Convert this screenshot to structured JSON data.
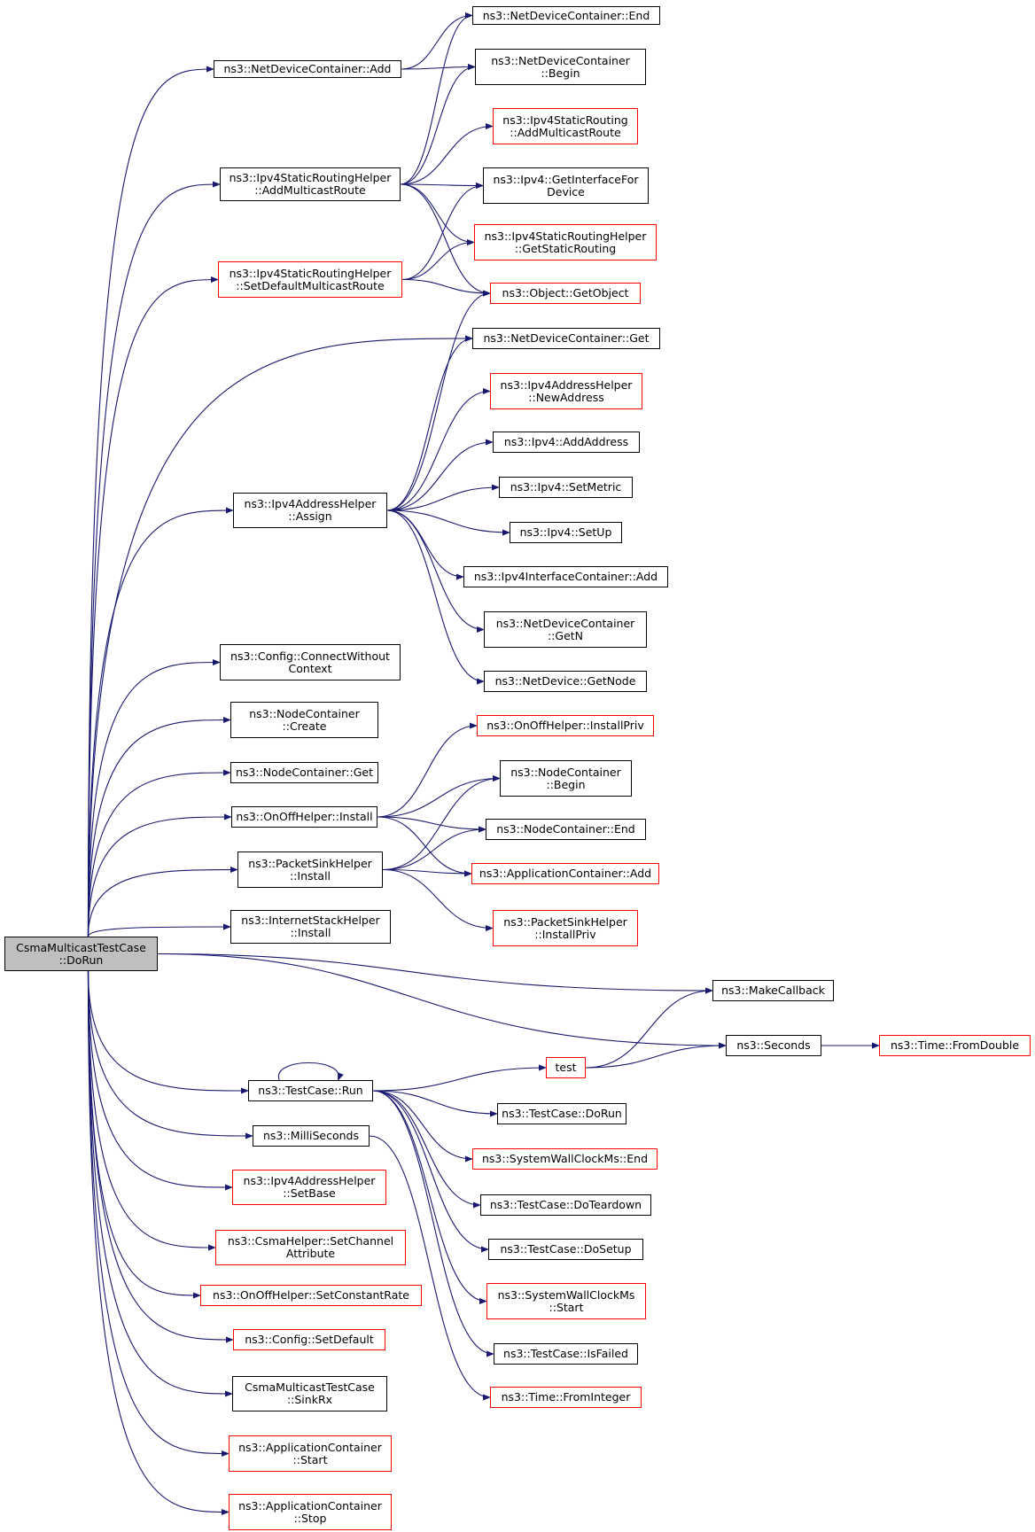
{
  "diagram": {
    "type": "call-graph",
    "colors": {
      "edge": "#191970",
      "border_default": "#000000",
      "border_incomplete": "#ff0000",
      "root_fill": "#bfbfbf"
    },
    "nodes": [
      {
        "id": "root",
        "lines": [
          "CsmaMulticastTestCase",
          "::DoRun"
        ],
        "style": "root"
      },
      {
        "id": "ndc_add",
        "lines": [
          "ns3::NetDeviceContainer::Add"
        ],
        "style": "normal"
      },
      {
        "id": "ndc_end",
        "lines": [
          "ns3::NetDeviceContainer::End"
        ],
        "style": "normal"
      },
      {
        "id": "ndc_begin",
        "lines": [
          "ns3::NetDeviceContainer",
          "::Begin"
        ],
        "style": "normal"
      },
      {
        "id": "isr_amr",
        "lines": [
          "ns3::Ipv4StaticRouting",
          "::AddMulticastRoute"
        ],
        "style": "red"
      },
      {
        "id": "isrh_amr",
        "lines": [
          "ns3::Ipv4StaticRoutingHelper",
          "::AddMulticastRoute"
        ],
        "style": "normal"
      },
      {
        "id": "ipv4_gif",
        "lines": [
          "ns3::Ipv4::GetInterfaceFor",
          "Device"
        ],
        "style": "normal"
      },
      {
        "id": "isrh_gsr",
        "lines": [
          "ns3::Ipv4StaticRoutingHelper",
          "::GetStaticRouting"
        ],
        "style": "red"
      },
      {
        "id": "isrh_sdmr",
        "lines": [
          "ns3::Ipv4StaticRoutingHelper",
          "::SetDefaultMulticastRoute"
        ],
        "style": "red"
      },
      {
        "id": "obj_go",
        "lines": [
          "ns3::Object::GetObject"
        ],
        "style": "red"
      },
      {
        "id": "ndc_get",
        "lines": [
          "ns3::NetDeviceContainer::Get"
        ],
        "style": "normal"
      },
      {
        "id": "iah_na",
        "lines": [
          "ns3::Ipv4AddressHelper",
          "::NewAddress"
        ],
        "style": "red"
      },
      {
        "id": "ipv4_aa",
        "lines": [
          "ns3::Ipv4::AddAddress"
        ],
        "style": "normal"
      },
      {
        "id": "ipv4_sm",
        "lines": [
          "ns3::Ipv4::SetMetric"
        ],
        "style": "normal"
      },
      {
        "id": "iah_assign",
        "lines": [
          "ns3::Ipv4AddressHelper",
          "::Assign"
        ],
        "style": "normal"
      },
      {
        "id": "ipv4_su",
        "lines": [
          "ns3::Ipv4::SetUp"
        ],
        "style": "normal"
      },
      {
        "id": "iic_add",
        "lines": [
          "ns3::Ipv4InterfaceContainer::Add"
        ],
        "style": "normal"
      },
      {
        "id": "ndc_getn",
        "lines": [
          "ns3::NetDeviceContainer",
          "::GetN"
        ],
        "style": "normal"
      },
      {
        "id": "cfg_cwc",
        "lines": [
          "ns3::Config::ConnectWithout",
          "Context"
        ],
        "style": "normal"
      },
      {
        "id": "nd_gn",
        "lines": [
          "ns3::NetDevice::GetNode"
        ],
        "style": "normal"
      },
      {
        "id": "nc_create",
        "lines": [
          "ns3::NodeContainer",
          "::Create"
        ],
        "style": "normal"
      },
      {
        "id": "ooh_ip",
        "lines": [
          "ns3::OnOffHelper::InstallPriv"
        ],
        "style": "red"
      },
      {
        "id": "nc_get",
        "lines": [
          "ns3::NodeContainer::Get"
        ],
        "style": "normal"
      },
      {
        "id": "nc_begin",
        "lines": [
          "ns3::NodeContainer",
          "::Begin"
        ],
        "style": "normal"
      },
      {
        "id": "ooh_install",
        "lines": [
          "ns3::OnOffHelper::Install"
        ],
        "style": "normal"
      },
      {
        "id": "nc_end",
        "lines": [
          "ns3::NodeContainer::End"
        ],
        "style": "normal"
      },
      {
        "id": "psh_install",
        "lines": [
          "ns3::PacketSinkHelper",
          "::Install"
        ],
        "style": "normal"
      },
      {
        "id": "ac_add",
        "lines": [
          "ns3::ApplicationContainer::Add"
        ],
        "style": "red"
      },
      {
        "id": "ish_install",
        "lines": [
          "ns3::InternetStackHelper",
          "::Install"
        ],
        "style": "normal"
      },
      {
        "id": "psh_ip",
        "lines": [
          "ns3::PacketSinkHelper",
          "::InstallPriv"
        ],
        "style": "red"
      },
      {
        "id": "mkcb",
        "lines": [
          "ns3::MakeCallback"
        ],
        "style": "normal"
      },
      {
        "id": "test",
        "lines": [
          "test"
        ],
        "style": "red"
      },
      {
        "id": "seconds",
        "lines": [
          "ns3::Seconds"
        ],
        "style": "normal"
      },
      {
        "id": "time_fd",
        "lines": [
          "ns3::Time::FromDouble"
        ],
        "style": "red"
      },
      {
        "id": "tc_run",
        "lines": [
          "ns3::TestCase::Run"
        ],
        "style": "normal"
      },
      {
        "id": "tc_dorun",
        "lines": [
          "ns3::TestCase::DoRun"
        ],
        "style": "normal"
      },
      {
        "id": "ms",
        "lines": [
          "ns3::MilliSeconds"
        ],
        "style": "normal"
      },
      {
        "id": "swc_end",
        "lines": [
          "ns3::SystemWallClockMs::End"
        ],
        "style": "red"
      },
      {
        "id": "iah_sb",
        "lines": [
          "ns3::Ipv4AddressHelper",
          "::SetBase"
        ],
        "style": "red"
      },
      {
        "id": "tc_td",
        "lines": [
          "ns3::TestCase::DoTeardown"
        ],
        "style": "normal"
      },
      {
        "id": "csma_sca",
        "lines": [
          "ns3::CsmaHelper::SetChannel",
          "Attribute"
        ],
        "style": "red"
      },
      {
        "id": "tc_ds",
        "lines": [
          "ns3::TestCase::DoSetup"
        ],
        "style": "normal"
      },
      {
        "id": "swc_start",
        "lines": [
          "ns3::SystemWallClockMs",
          "::Start"
        ],
        "style": "red"
      },
      {
        "id": "ooh_scr",
        "lines": [
          "ns3::OnOffHelper::SetConstantRate"
        ],
        "style": "red"
      },
      {
        "id": "cfg_sd",
        "lines": [
          "ns3::Config::SetDefault"
        ],
        "style": "red"
      },
      {
        "id": "tc_if",
        "lines": [
          "ns3::TestCase::IsFailed"
        ],
        "style": "normal"
      },
      {
        "id": "cmt_sinkrx",
        "lines": [
          "CsmaMulticastTestCase",
          "::SinkRx"
        ],
        "style": "normal"
      },
      {
        "id": "time_fi",
        "lines": [
          "ns3::Time::FromInteger"
        ],
        "style": "red"
      },
      {
        "id": "ac_start",
        "lines": [
          "ns3::ApplicationContainer",
          "::Start"
        ],
        "style": "red"
      },
      {
        "id": "ac_stop",
        "lines": [
          "ns3::ApplicationContainer",
          "::Stop"
        ],
        "style": "red"
      }
    ],
    "edges": [
      [
        "root",
        "ndc_add"
      ],
      [
        "root",
        "isrh_amr"
      ],
      [
        "root",
        "isrh_sdmr"
      ],
      [
        "root",
        "ndc_get"
      ],
      [
        "root",
        "iah_assign"
      ],
      [
        "root",
        "cfg_cwc"
      ],
      [
        "root",
        "nc_create"
      ],
      [
        "root",
        "nc_get"
      ],
      [
        "root",
        "ooh_install"
      ],
      [
        "root",
        "psh_install"
      ],
      [
        "root",
        "ish_install"
      ],
      [
        "root",
        "mkcb"
      ],
      [
        "root",
        "seconds"
      ],
      [
        "root",
        "tc_run"
      ],
      [
        "root",
        "ms"
      ],
      [
        "root",
        "iah_sb"
      ],
      [
        "root",
        "csma_sca"
      ],
      [
        "root",
        "ooh_scr"
      ],
      [
        "root",
        "cfg_sd"
      ],
      [
        "root",
        "cmt_sinkrx"
      ],
      [
        "root",
        "ac_start"
      ],
      [
        "root",
        "ac_stop"
      ],
      [
        "ndc_add",
        "ndc_end"
      ],
      [
        "ndc_add",
        "ndc_begin"
      ],
      [
        "isrh_amr",
        "ndc_end"
      ],
      [
        "isrh_amr",
        "ndc_begin"
      ],
      [
        "isrh_amr",
        "isr_amr"
      ],
      [
        "isrh_amr",
        "ipv4_gif"
      ],
      [
        "isrh_amr",
        "isrh_gsr"
      ],
      [
        "isrh_amr",
        "obj_go"
      ],
      [
        "isrh_sdmr",
        "ipv4_gif"
      ],
      [
        "isrh_sdmr",
        "isrh_gsr"
      ],
      [
        "isrh_sdmr",
        "obj_go"
      ],
      [
        "iah_assign",
        "obj_go"
      ],
      [
        "iah_assign",
        "ndc_get"
      ],
      [
        "iah_assign",
        "iah_na"
      ],
      [
        "iah_assign",
        "ipv4_aa"
      ],
      [
        "iah_assign",
        "ipv4_sm"
      ],
      [
        "iah_assign",
        "ipv4_su"
      ],
      [
        "iah_assign",
        "iic_add"
      ],
      [
        "iah_assign",
        "ndc_getn"
      ],
      [
        "iah_assign",
        "nd_gn"
      ],
      [
        "ooh_install",
        "ooh_ip"
      ],
      [
        "ooh_install",
        "nc_begin"
      ],
      [
        "ooh_install",
        "nc_end"
      ],
      [
        "ooh_install",
        "ac_add"
      ],
      [
        "psh_install",
        "nc_begin"
      ],
      [
        "psh_install",
        "nc_end"
      ],
      [
        "psh_install",
        "ac_add"
      ],
      [
        "psh_install",
        "psh_ip"
      ],
      [
        "tc_run",
        "tc_run"
      ],
      [
        "tc_run",
        "test"
      ],
      [
        "tc_run",
        "tc_dorun"
      ],
      [
        "tc_run",
        "swc_end"
      ],
      [
        "tc_run",
        "tc_td"
      ],
      [
        "tc_run",
        "tc_ds"
      ],
      [
        "tc_run",
        "swc_start"
      ],
      [
        "tc_run",
        "tc_if"
      ],
      [
        "test",
        "mkcb"
      ],
      [
        "test",
        "seconds"
      ],
      [
        "seconds",
        "time_fd"
      ],
      [
        "ms",
        "time_fi"
      ]
    ]
  }
}
